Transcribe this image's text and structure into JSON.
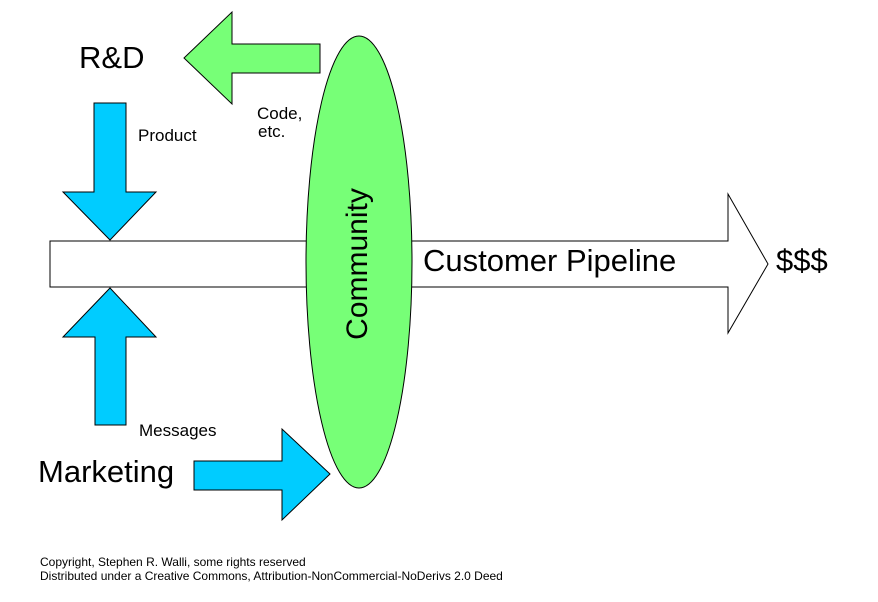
{
  "diagram": {
    "labels": {
      "rd": "R&D",
      "marketing": "Marketing",
      "product": "Product",
      "code_line1": "Code,",
      "code_line2": "etc.",
      "messages": "Messages",
      "community": "Community",
      "pipeline": "Customer Pipeline",
      "money": "$$$"
    },
    "footer": {
      "line1": "Copyright, Stephen R. Walli, some rights reserved",
      "line2": "Distributed under a Creative Commons, Attribution-NonCommercial-NoDerivs 2.0 Deed"
    },
    "colors": {
      "blue_arrow": "#00ccff",
      "green_arrow": "#77ff77",
      "ellipse": "#77ff77",
      "pipeline_fill": "#ffffff",
      "stroke": "#000000"
    }
  }
}
